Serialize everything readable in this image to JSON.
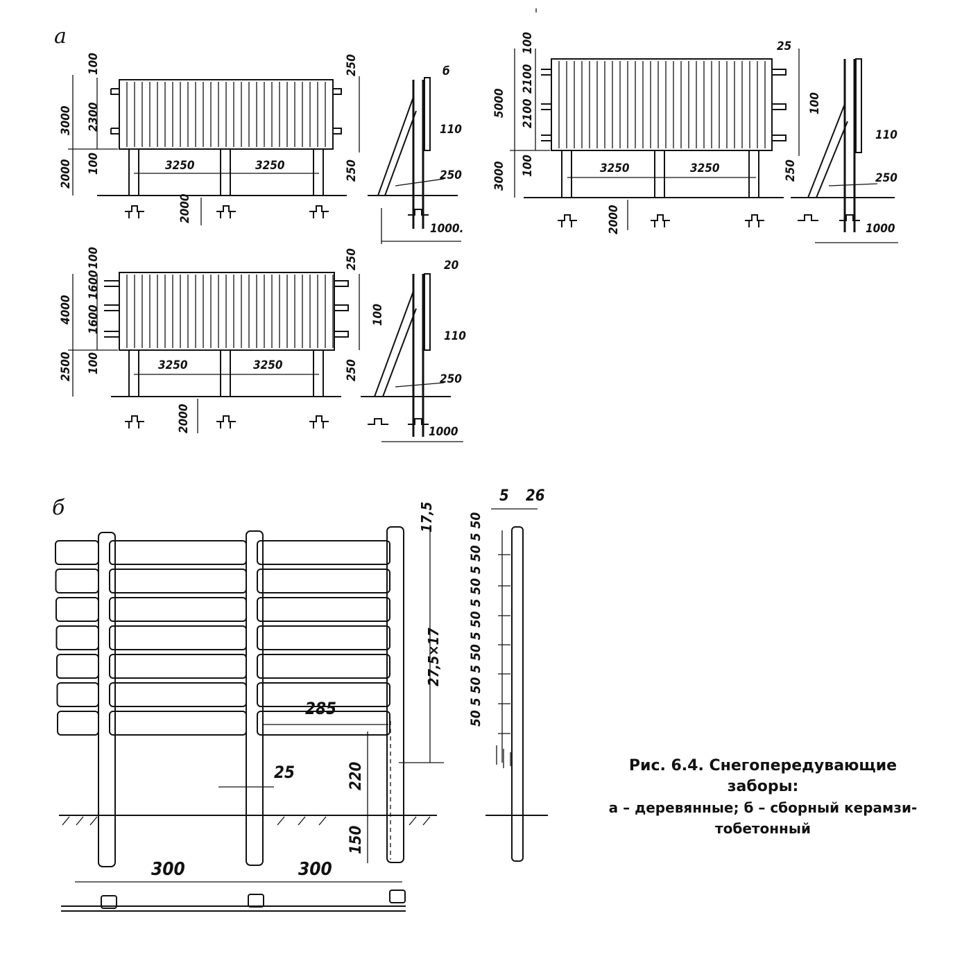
{
  "panel_labels": {
    "a": "a",
    "b": "б"
  },
  "caption": {
    "line1": "Рис. 6.4. Снегопередувающие",
    "line2": "заборы:",
    "line3": "а – деревянные; б – сборный керамзи-",
    "line4": "тобетонный"
  },
  "fence1": {
    "left_total": "3000",
    "left_h1": "2300",
    "left_top": "100",
    "left_bottom": "100",
    "left_below": "2000",
    "right_top": "250",
    "right_bottom": "250",
    "span1": "3250",
    "span2": "3250",
    "depth": "2000",
    "side_tag": "б",
    "side_110": "110",
    "side_250": "250",
    "side_1000": "1000."
  },
  "fence2": {
    "left_total": "5000",
    "left_h1": "2100",
    "left_h2": "2100",
    "left_top": "100",
    "left_bottom": "100",
    "left_below": "3000",
    "right_top": "25",
    "right_mid": "100",
    "right_bottom": "250",
    "span1": "3250",
    "span2": "3250",
    "depth": "2000",
    "side_110": "110",
    "side_250": "250",
    "side_1000": "1000"
  },
  "fence3": {
    "left_total": "4000",
    "left_h1": "1600",
    "left_h2": "1600",
    "left_top": "100",
    "left_bottom": "100",
    "left_below": "2500",
    "right_top": "250",
    "right_mid": "100",
    "right_bottom": "250",
    "span1": "3250",
    "span2": "3250",
    "depth": "2000",
    "side_20": "20",
    "side_110": "110",
    "side_250": "250",
    "side_1000": "1000"
  },
  "concrete": {
    "top_offset": "17,5",
    "slat_pitch": "27,5×17",
    "slat_len": "285",
    "post_w": "25",
    "above_ground": "220",
    "below_ground": "150",
    "span1": "300",
    "span2": "300",
    "side_w1": "5",
    "side_w2": "26",
    "side_stack": "50 5 50 5 50 5 50 5 50 5 50 5 50"
  }
}
